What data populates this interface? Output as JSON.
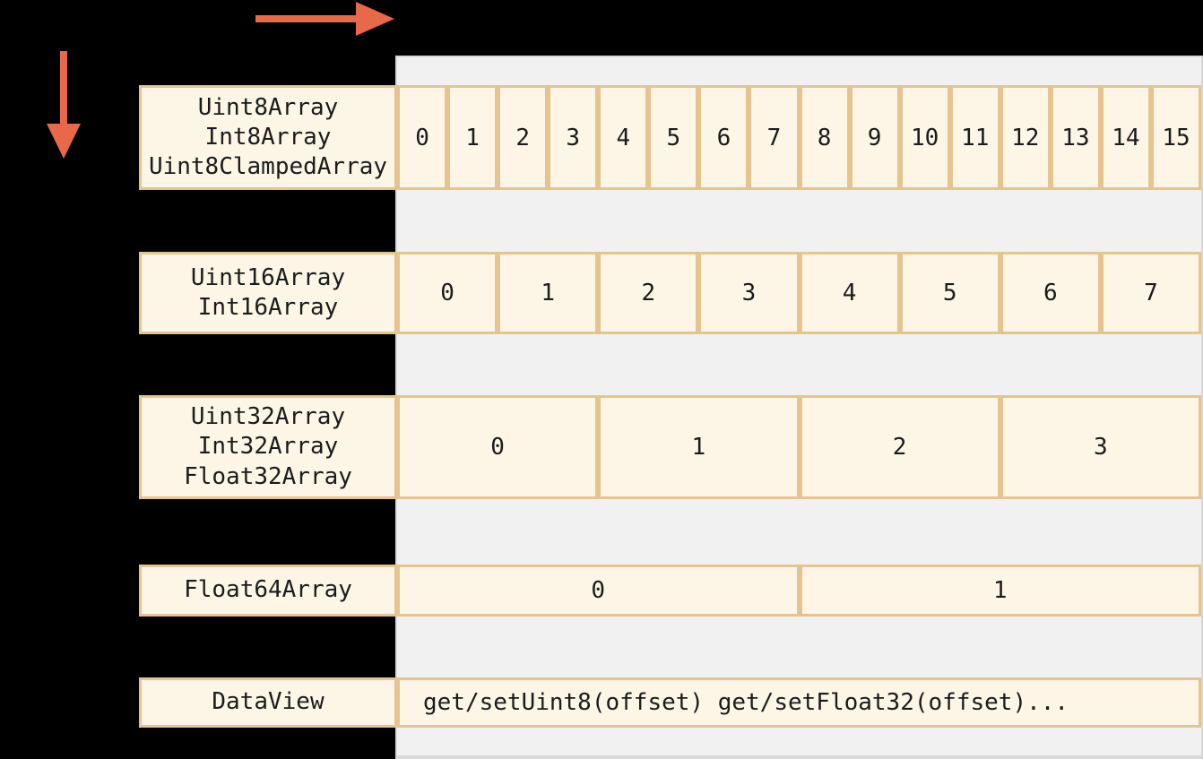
{
  "diagram": {
    "name": "typed-array-views-over-arraybuffer",
    "colors": {
      "background": "#000000",
      "panel": "#f1f1f1",
      "panel_edge": "#d8d8d8",
      "cell_fill": "#fdf6e7",
      "cell_border": "#e6c48f",
      "arrow": "#e8684a",
      "text": "#1b1b1b"
    },
    "arrows": [
      {
        "icon": "arrow-right-icon",
        "meaning": "byte offset direction"
      },
      {
        "icon": "arrow-down-icon",
        "meaning": "view list direction"
      }
    ]
  },
  "rows": [
    {
      "id": "uint8",
      "label_lines": [
        "Uint8Array",
        "Int8Array",
        "Uint8ClampedArray"
      ],
      "cells": [
        "0",
        "1",
        "2",
        "3",
        "4",
        "5",
        "6",
        "7",
        "8",
        "9",
        "10",
        "11",
        "12",
        "13",
        "14",
        "15"
      ]
    },
    {
      "id": "uint16",
      "label_lines": [
        "Uint16Array",
        "Int16Array"
      ],
      "cells": [
        "0",
        "1",
        "2",
        "3",
        "4",
        "5",
        "6",
        "7"
      ]
    },
    {
      "id": "uint32",
      "label_lines": [
        "Uint32Array",
        "Int32Array",
        "Float32Array"
      ],
      "cells": [
        "0",
        "1",
        "2",
        "3"
      ]
    },
    {
      "id": "float64",
      "label_lines": [
        "Float64Array"
      ],
      "cells": [
        "0",
        "1"
      ]
    },
    {
      "id": "dataview",
      "label_lines": [
        "DataView"
      ],
      "cells": [
        "get/setUint8(offset) get/setFloat32(offset)..."
      ],
      "align": "left"
    }
  ]
}
